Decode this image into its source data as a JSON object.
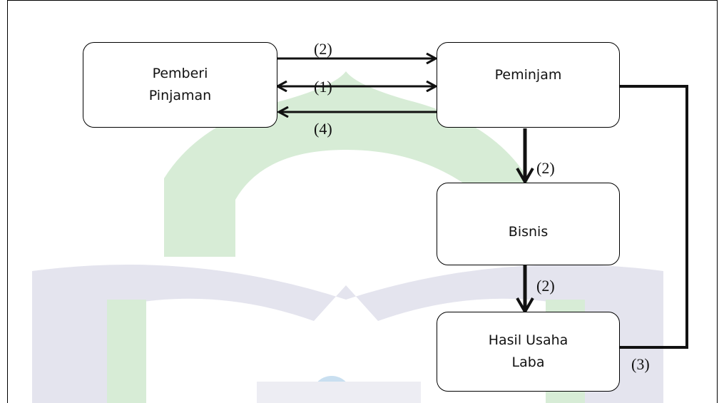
{
  "nodes": {
    "lender": {
      "line1": "Pemberi",
      "line2": "Pinjaman"
    },
    "borrower": {
      "line1": "Peminjam"
    },
    "business": {
      "line1": "Bisnis"
    },
    "profit": {
      "line1": "Hasil Usaha",
      "line2": "Laba"
    }
  },
  "edge_labels": {
    "lender_to_borrower": "(2)",
    "bidirectional": "(1)",
    "borrower_to_lender": "(4)",
    "borrower_to_business": "(2)",
    "business_to_profit": "(2)",
    "profit_to_borrower": "(3)"
  },
  "colors": {
    "watermark_green": "#d4ead4",
    "watermark_grey": "#e6e6ef",
    "watermark_blue": "#c9dff0",
    "line": "#111111"
  }
}
